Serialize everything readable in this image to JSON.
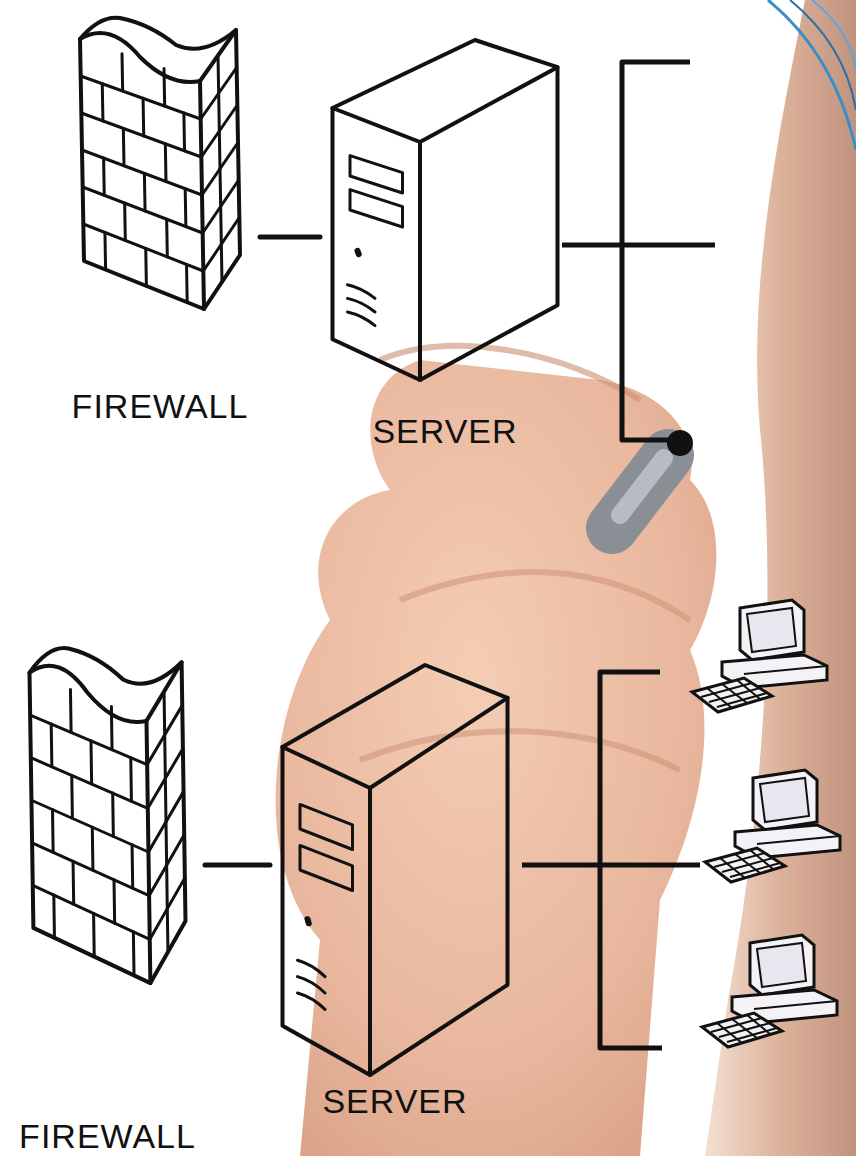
{
  "diagram": {
    "nodes": [
      {
        "text": [
          "FIREWALL"
        ]
      },
      {
        "text": [
          "SERVER"
        ]
      },
      {
        "text": [
          "FIREWALL"
        ]
      },
      {
        "text": [
          "SERVER"
        ]
      }
    ],
    "edges": [
      {
        "from": 0,
        "to": 1,
        "arrow": "none"
      },
      {
        "from": 2,
        "to": 3,
        "arrow": "none"
      }
    ]
  }
}
